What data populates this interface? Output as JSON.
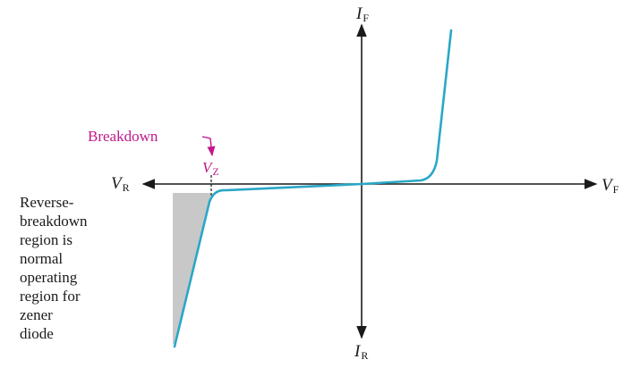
{
  "axes": {
    "if_symbol": "I",
    "if_sub": "F",
    "ir_symbol": "I",
    "ir_sub": "R",
    "vf_symbol": "V",
    "vf_sub": "F",
    "vr_symbol": "V",
    "vr_sub": "R"
  },
  "annotations": {
    "breakdown": "Breakdown",
    "vz_symbol": "V",
    "vz_sub": "Z",
    "note_lines": [
      "Reverse-",
      "breakdown",
      "region is",
      "normal",
      "operating",
      "region for",
      "zener",
      "diode"
    ]
  },
  "colors": {
    "curve": "#2aa7c6",
    "highlight": "#c0188a",
    "region": "#c8c8c8",
    "axis": "#1a1a1a"
  }
}
